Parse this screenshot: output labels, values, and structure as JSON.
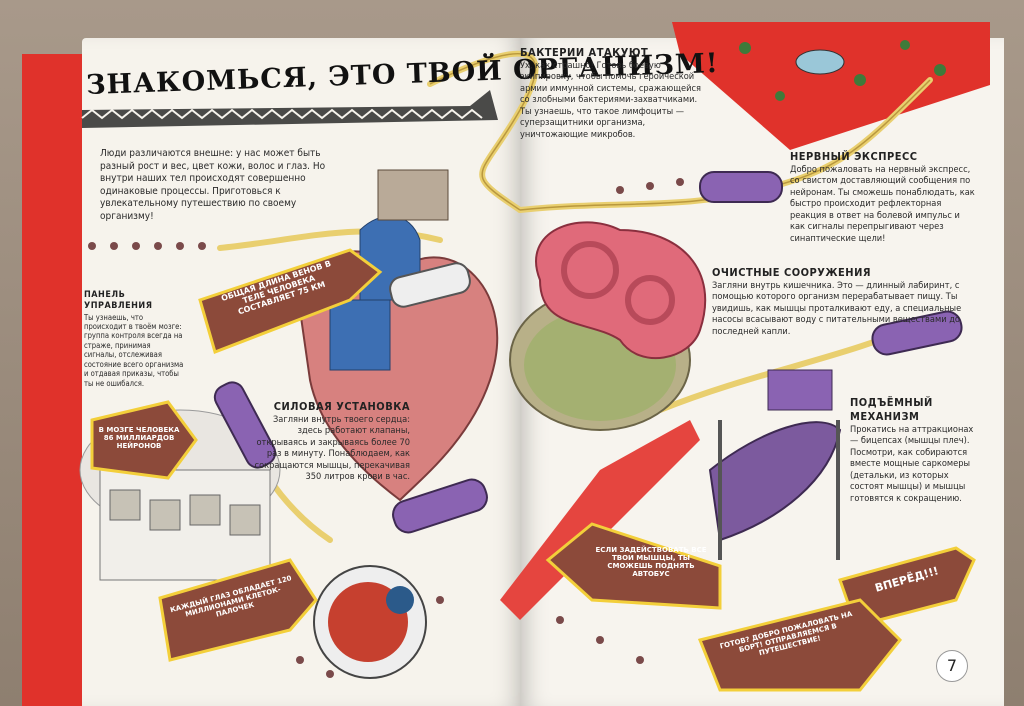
{
  "page": {
    "title": "ЗНАКОМЬСЯ, ЭТО ТВОЙ ОРГАНИЗМ!",
    "intro": "Люди различаются внешне: у нас может быть разный рост и вес, цвет кожи, волос и глаз. Но внутри наших тел происходят совершенно одинаковые процессы. Приготовься к увлекательному путешествию по своему организму!",
    "page_number": "7"
  },
  "sections": {
    "bacteria": {
      "heading": "БАКТЕРИИ АТАКУЮТ",
      "text": "Ух, как страшно! Готовь боевую экипировку, чтобы помочь героической армии иммунной системы, сражающейся со злобными бактериями-захватчиками. Ты узнаешь, что такое лимфоциты — суперзащитники организма, уничтожающие микробов."
    },
    "nerve": {
      "heading": "НЕРВНЫЙ ЭКСПРЕСС",
      "text": "Добро пожаловать на нервный экспресс, со свистом доставляющий сообщения по нейронам. Ты сможешь понаблюдать, как быстро происходит рефлекторная реакция в ответ на болевой импульс и как сигналы перепрыгивают через синаптические щели!"
    },
    "cleaning": {
      "heading": "ОЧИСТНЫЕ СООРУЖЕНИЯ",
      "text": "Загляни внутрь кишечника. Это — длинный лабиринт, с помощью которого организм перерабатывает пищу. Ты увидишь, как мышцы проталкивают еду, а специальные насосы всасывают воду с питательными веществами до последней капли."
    },
    "lift": {
      "heading": "ПОДЪЁМНЫЙ МЕХАНИЗМ",
      "text": "Прокатись на аттракционах — бицепсах (мышцы плеч). Посмотри, как собираются вместе мощные саркомеры (детальки, из которых состоят мышцы) и мышцы готовятся к сокращению."
    },
    "power": {
      "heading": "СИЛОВАЯ УСТАНОВКА",
      "text": "Загляни внутрь твоего сердца: здесь работают клапаны, открываясь и закрываясь более 70 раз в минуту. Понаблюдаем, как сокращаются мышцы, перекачивая 350 литров крови в час."
    },
    "control": {
      "heading": "ПАНЕЛЬ УПРАВЛЕНИЯ",
      "text": "Ты узнаешь, что происходит в твоём мозге: группа контроля всегда на страже, принимая сигналы, отслеживая состояние всего организма и отдавая приказы, чтобы ты не ошибался."
    }
  },
  "signs": {
    "vessels": "ОБЩАЯ ДЛИНА ВЕНОВ В ТЕЛЕ ЧЕЛОВЕКА СОСТАВЛЯЕТ 75 КМ",
    "brain": "В МОЗГЕ ЧЕЛОВЕКА 86 МИЛЛИАРДОВ НЕЙРОНОВ",
    "eye": "КАЖДЫЙ ГЛАЗ ОБЛАДАЕТ 120 МИЛЛИОНАМИ КЛЕТОК-ПАЛОЧЕК",
    "muscles": "ЕСЛИ ЗАДЕЙСТВОВАТЬ ВСЕ ТВОИ МЫШЦЫ, ТЫ СМОЖЕШЬ ПОДНЯТЬ АВТОБУС",
    "forward": "ВПЕРЁД!!!",
    "welcome": "ГОТОВ? ДОБРО ПОЖАЛОВАТЬ НА БОРТ! ОТПРАВЛЯЕМСЯ В ПУТЕШЕСТВИЕ!"
  },
  "colors": {
    "accent_red": "#e0322b",
    "heart_blue": "#3d6fb3",
    "gut_pink": "#e06a7a",
    "train_purple": "#8a63b2",
    "sign_brown": "#8c4a3a",
    "bulb_yellow": "#f3cf3a",
    "paper": "#f6f3ec"
  }
}
